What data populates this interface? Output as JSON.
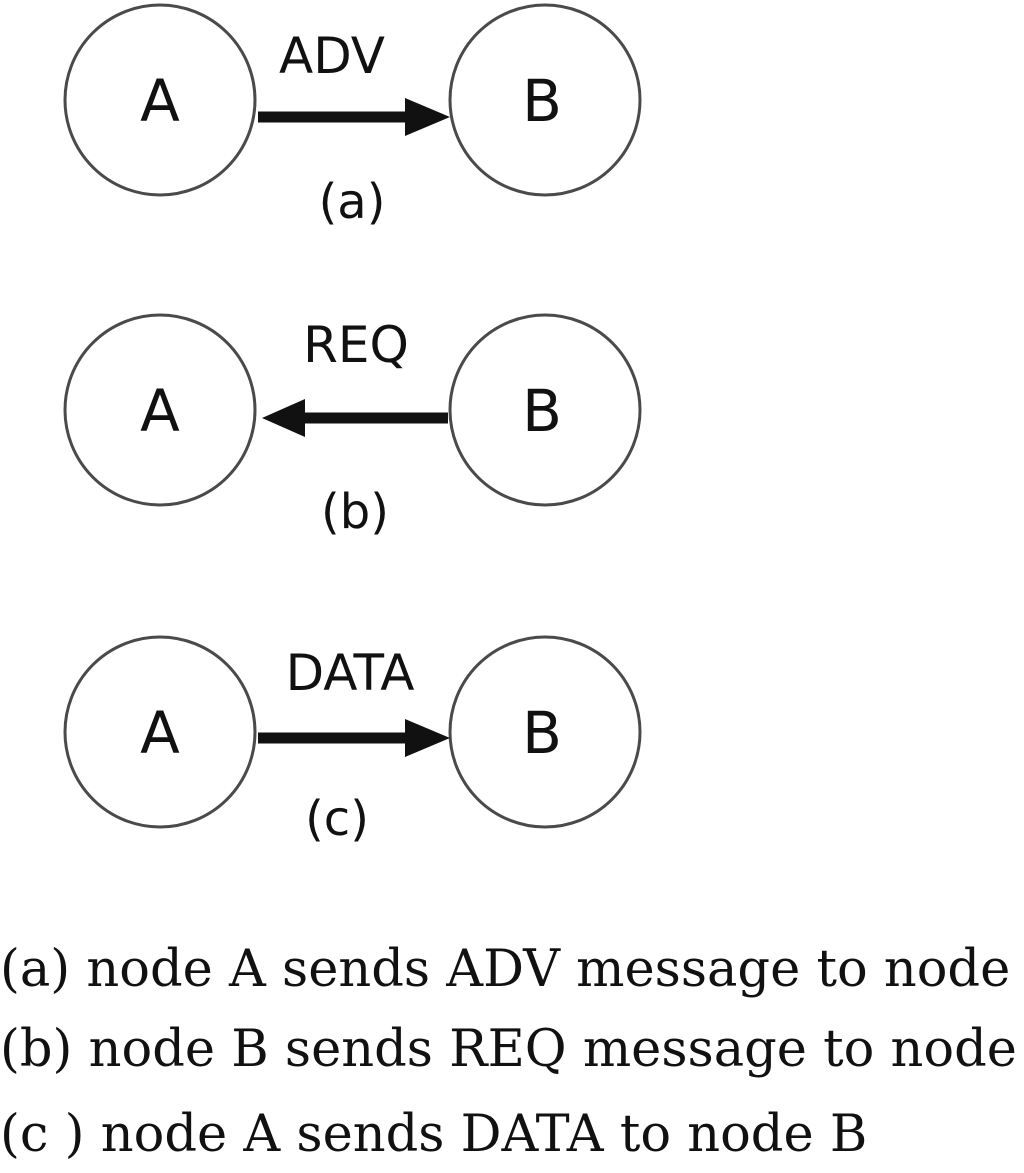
{
  "panels": [
    {
      "from": "A",
      "to": "B",
      "direction": "right",
      "message": "ADV",
      "sublabel": "(a)"
    },
    {
      "from": "B",
      "to": "A",
      "direction": "left",
      "message": "REQ",
      "sublabel": "(b)"
    },
    {
      "from": "A",
      "to": "B",
      "direction": "right",
      "message": "DATA",
      "sublabel": "(c)"
    }
  ],
  "captions": [
    "(a) node A sends ADV message to node B",
    "(b) node B sends REQ message to node A",
    "(c ) node A sends DATA to node B"
  ]
}
